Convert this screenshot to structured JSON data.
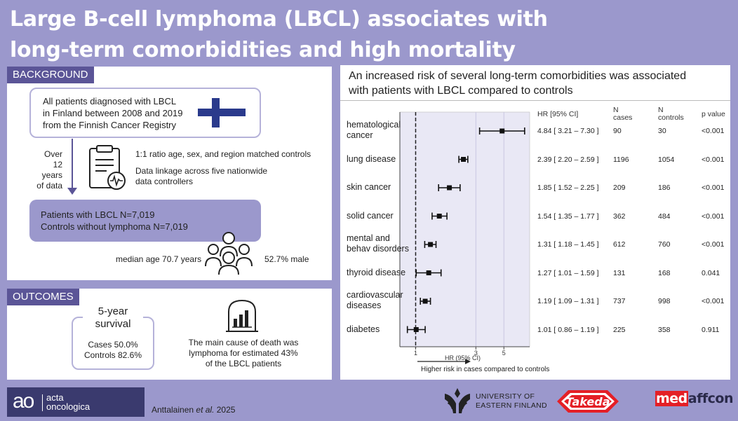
{
  "title_line1": "Large B-cell lymphoma (LBCL) associates with",
  "title_line2": "long-term comorbidities and high mortality",
  "background": {
    "tag": "BACKGROUND",
    "patients_line1": "All patients diagnosed with LBCL",
    "patients_line2": "in Finland between 2008 and 2019",
    "patients_line3": "from the Finnish Cancer Registry",
    "over_line1": "Over",
    "over_line2": "12 years",
    "over_line3": "of data",
    "ratio_text": "1:1 ratio age, sex, and region matched controls",
    "linkage_line1": "Data linkage across five nationwide",
    "linkage_line2": "data controllers",
    "cohort_line1": "Patients with LBCL N=7,019",
    "cohort_line2": "Controls without lymphoma N=7,019",
    "median_age": "median age 70.7 years",
    "male_pct": "52.7% male"
  },
  "outcomes": {
    "tag": "OUTCOMES",
    "survival_line1": "5-year",
    "survival_line2": "survival",
    "cases": "Cases 50.0%",
    "controls": "Controls 82.6%",
    "death_line1": "The main cause of death was",
    "death_line2": "lymphoma for estimated 43%",
    "death_line3": "of the LBCL patients"
  },
  "forest": {
    "heading_line1": "An increased risk of several long-term comorbidities was associated",
    "heading_line2": "with patients with LBCL compared to controls",
    "col_hr": "HR [95% CI]",
    "col_cases_1": "N",
    "col_cases_2": "cases",
    "col_controls_1": "N",
    "col_controls_2": "controls",
    "col_p": "p value",
    "x_axis_label": "HR (95% CI)",
    "x_ticks": [
      "1",
      "3",
      "5"
    ],
    "arrow_label": "Higher risk in cases compared to controls"
  },
  "chart_data": {
    "type": "forest",
    "x_scale": "log",
    "reference_line": 1,
    "rows": [
      {
        "label_line1": "hematological",
        "label_line2": "cancer",
        "hr": 4.84,
        "lo": 3.21,
        "hi": 7.3,
        "ci_text": "4.84 [ 3.21 – 7.30 ]",
        "n_cases": "90",
        "n_controls": "30",
        "p": "<0.001"
      },
      {
        "label_line1": "lung disease",
        "label_line2": "",
        "hr": 2.39,
        "lo": 2.2,
        "hi": 2.59,
        "ci_text": "2.39 [ 2.20 – 2.59 ]",
        "n_cases": "1196",
        "n_controls": "1054",
        "p": "<0.001"
      },
      {
        "label_line1": "skin cancer",
        "label_line2": "",
        "hr": 1.85,
        "lo": 1.52,
        "hi": 2.25,
        "ci_text": "1.85 [ 1.52 – 2.25 ]",
        "n_cases": "209",
        "n_controls": "186",
        "p": "<0.001"
      },
      {
        "label_line1": "solid cancer",
        "label_line2": "",
        "hr": 1.54,
        "lo": 1.35,
        "hi": 1.77,
        "ci_text": "1.54 [ 1.35 – 1.77 ]",
        "n_cases": "362",
        "n_controls": "484",
        "p": "<0.001"
      },
      {
        "label_line1": "mental and",
        "label_line2": "behav disorders",
        "hr": 1.31,
        "lo": 1.18,
        "hi": 1.45,
        "ci_text": "1.31 [ 1.18 – 1.45 ]",
        "n_cases": "612",
        "n_controls": "760",
        "p": "<0.001"
      },
      {
        "label_line1": "thyroid disease",
        "label_line2": "",
        "hr": 1.27,
        "lo": 1.01,
        "hi": 1.59,
        "ci_text": "1.27 [ 1.01 – 1.59 ]",
        "n_cases": "131",
        "n_controls": "168",
        "p": "0.041"
      },
      {
        "label_line1": "cardiovascular",
        "label_line2": "diseases",
        "hr": 1.19,
        "lo": 1.09,
        "hi": 1.31,
        "ci_text": "1.19 [ 1.09 – 1.31 ]",
        "n_cases": "737",
        "n_controls": "998",
        "p": "<0.001"
      },
      {
        "label_line1": "diabetes",
        "label_line2": "",
        "hr": 1.01,
        "lo": 0.86,
        "hi": 1.19,
        "ci_text": "1.01 [ 0.86 – 1.19 ]",
        "n_cases": "225",
        "n_controls": "358",
        "p": "0.911"
      }
    ]
  },
  "footer": {
    "journal_logo_letters": "ao",
    "journal_line1": "acta",
    "journal_line2": "oncologica",
    "citation_authors": "Anttalainen ",
    "citation_etal": "et al.",
    "citation_year": " 2025",
    "uef_line1": "UNIVERSITY OF",
    "uef_line2": "EASTERN FINLAND",
    "takeda": "Takeda",
    "medaffcon_red": "med",
    "medaffcon_dark": "affcon"
  },
  "colors": {
    "background": "#9b98cc",
    "tag": "#5b5597",
    "cohort_box": "#9b98cc",
    "flag_cross": "#2a3a8c",
    "forest_plot_bg": "#e9e8f5"
  }
}
